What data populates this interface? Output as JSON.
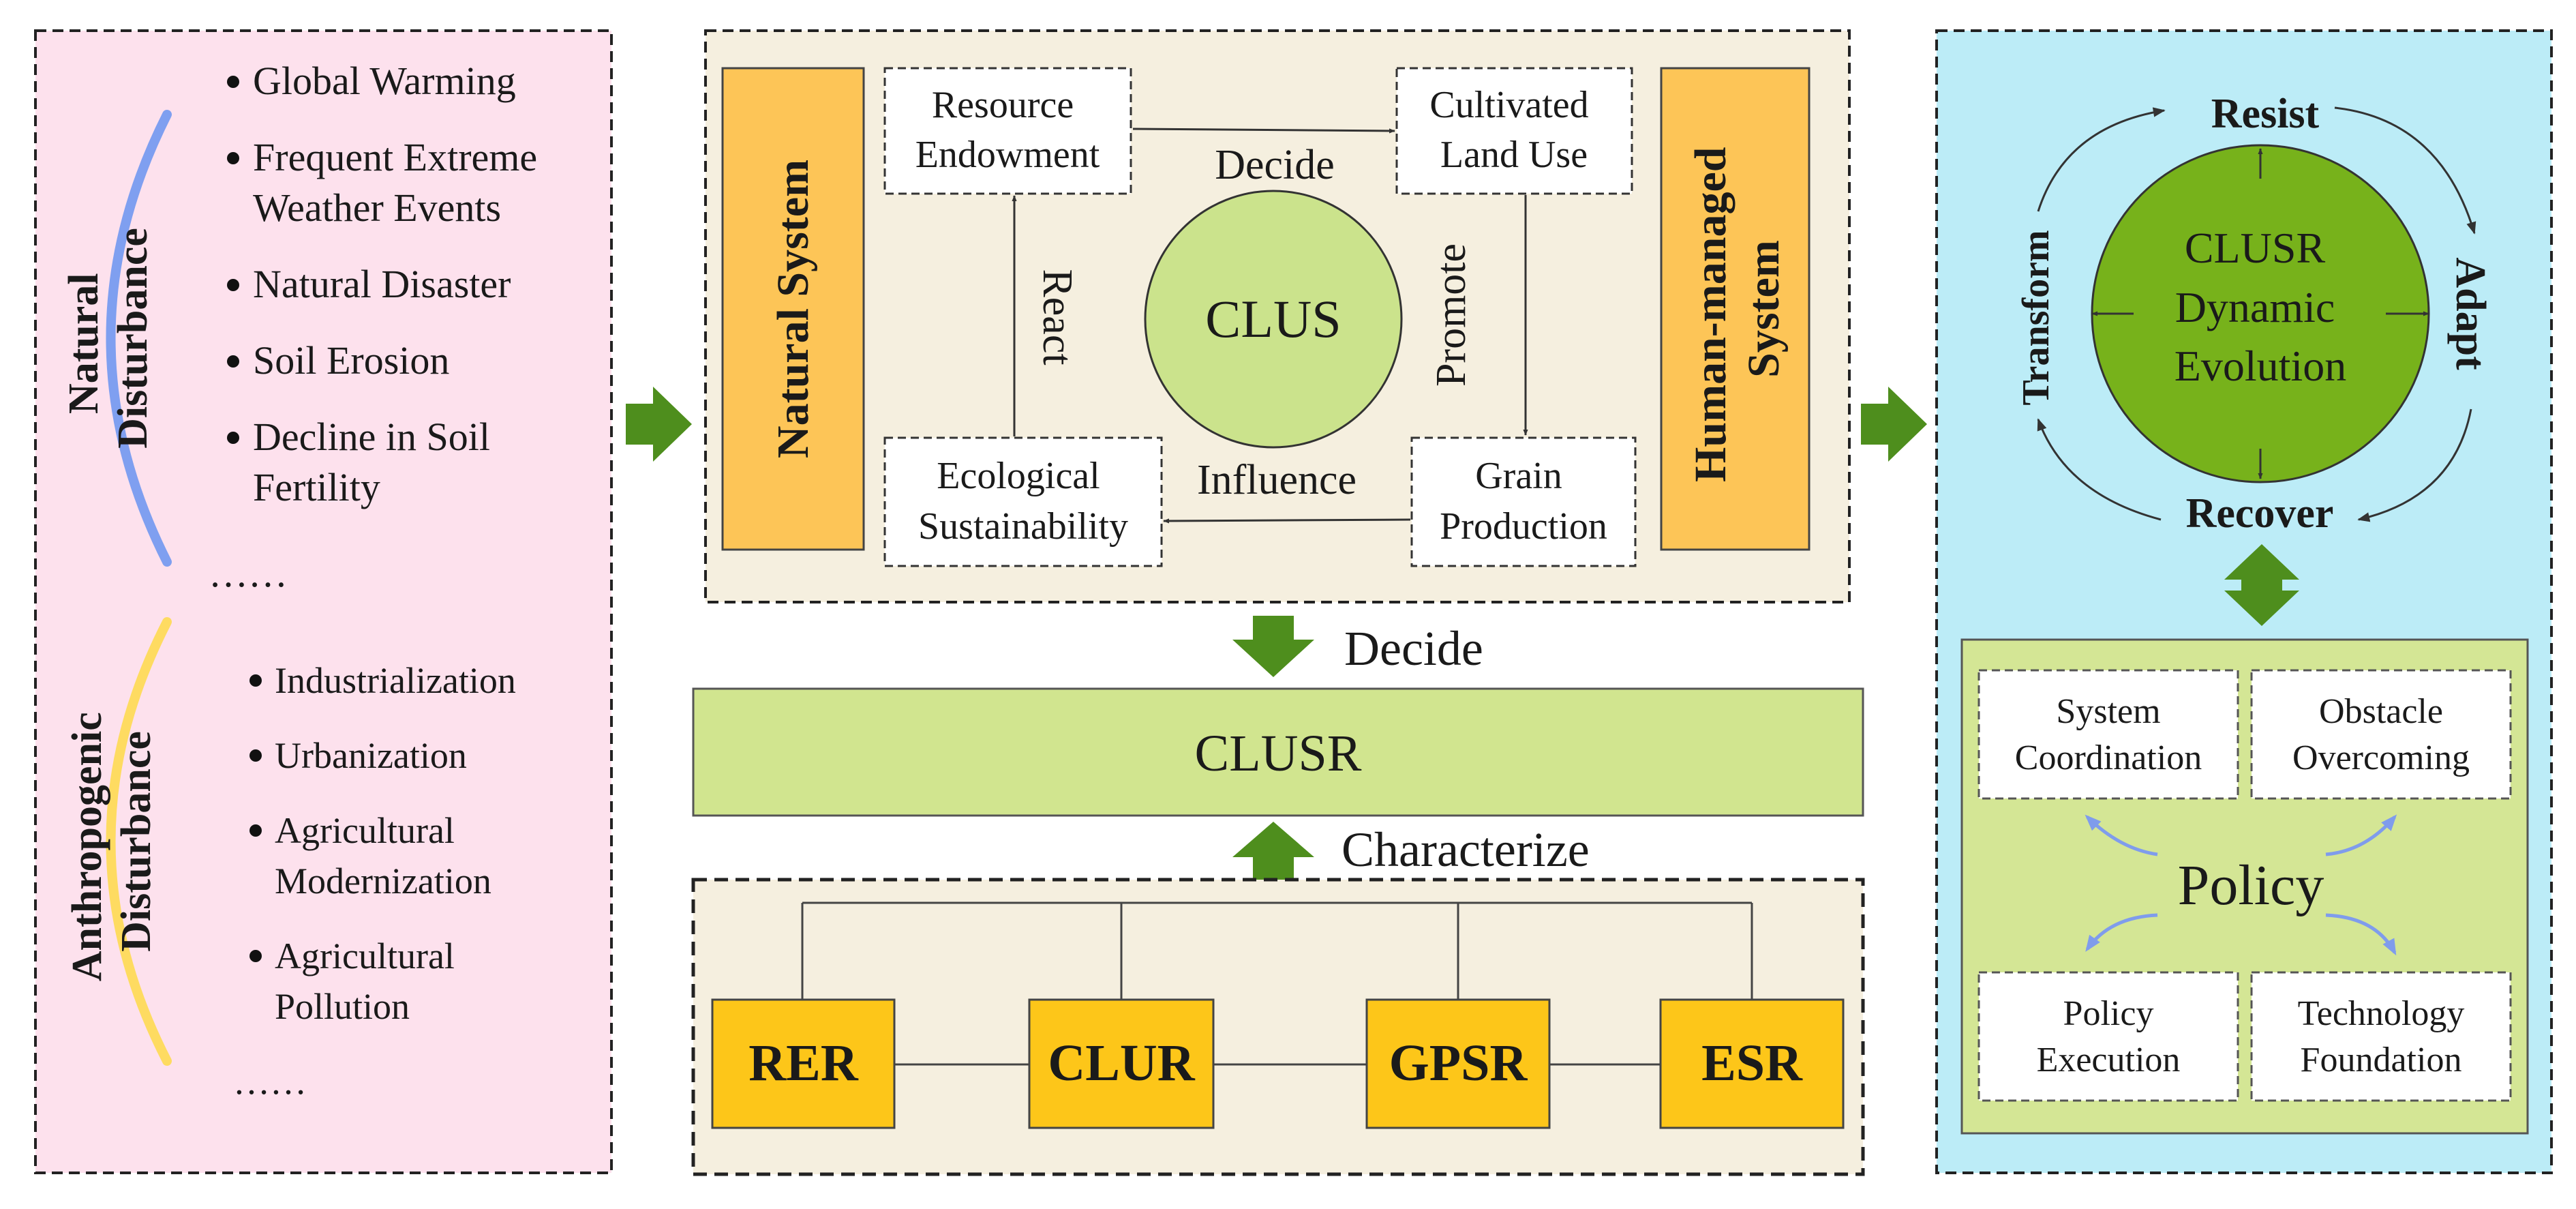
{
  "left_panel": {
    "natural": {
      "label_line1": "Natural",
      "label_line2": "Disturbance",
      "items": [
        [
          "Global Warming"
        ],
        [
          "Frequent Extreme",
          "Weather Events"
        ],
        [
          "Natural Disaster"
        ],
        [
          "Soil Erosion"
        ],
        [
          "Decline in Soil",
          "Fertility"
        ]
      ],
      "ellipsis": "……"
    },
    "anthropogenic": {
      "label_line1": "Anthropogenic",
      "label_line2": "Disturbance",
      "items": [
        [
          "Industrialization"
        ],
        [
          "Urbanization"
        ],
        [
          "Agricultural",
          "Modernization"
        ],
        [
          "Agricultural",
          "Pollution"
        ]
      ],
      "ellipsis": "……"
    }
  },
  "middle_panel": {
    "natural_system": "Natural System",
    "human_system_line1": "Human-managed",
    "human_system_line2": "System",
    "resource_endowment": [
      "Resource",
      "Endowment"
    ],
    "cultivated_land_use": [
      "Cultivated",
      "Land Use"
    ],
    "ecological_sustainability": [
      "Ecological",
      "Sustainability"
    ],
    "grain_production": [
      "Grain",
      "Production"
    ],
    "center": "CLUS",
    "label_decide": "Decide",
    "label_promote": "Promote",
    "label_influence": "Influence",
    "label_react": "React"
  },
  "decide_label": "Decide",
  "clusr_bar": "CLUSR",
  "characterize_label": "Characterize",
  "indicators": [
    "RER",
    "CLUR",
    "GPSR",
    "ESR"
  ],
  "right_panel": {
    "center": [
      "CLUSR",
      "Dynamic",
      "Evolution"
    ],
    "resist": "Resist",
    "adapt": "Adapt",
    "recover": "Recover",
    "transform": "Transform",
    "policy": "Policy",
    "policy_boxes": [
      [
        "System",
        "Coordination"
      ],
      [
        "Obstacle",
        "Overcoming"
      ],
      [
        "Policy",
        "Execution"
      ],
      [
        "Technology",
        "Foundation"
      ]
    ]
  },
  "colors": {
    "left_bg": "#fde1ed",
    "middle_bg": "#f5efdf",
    "right_bg": "#bcecf7",
    "system_box": "#fdc557",
    "indicator_box": "#fdc619",
    "clusr_bar": "#d1e58f",
    "clus_circle": "#cbe38c",
    "evolution_circle": "#77b21b",
    "policy_bg": "#d4e695",
    "arrow_green": "#4e8e1d",
    "natural_arc": "#7f9ff0",
    "anthro_arc": "#fedb61",
    "policy_arrow": "#7f9cec"
  }
}
